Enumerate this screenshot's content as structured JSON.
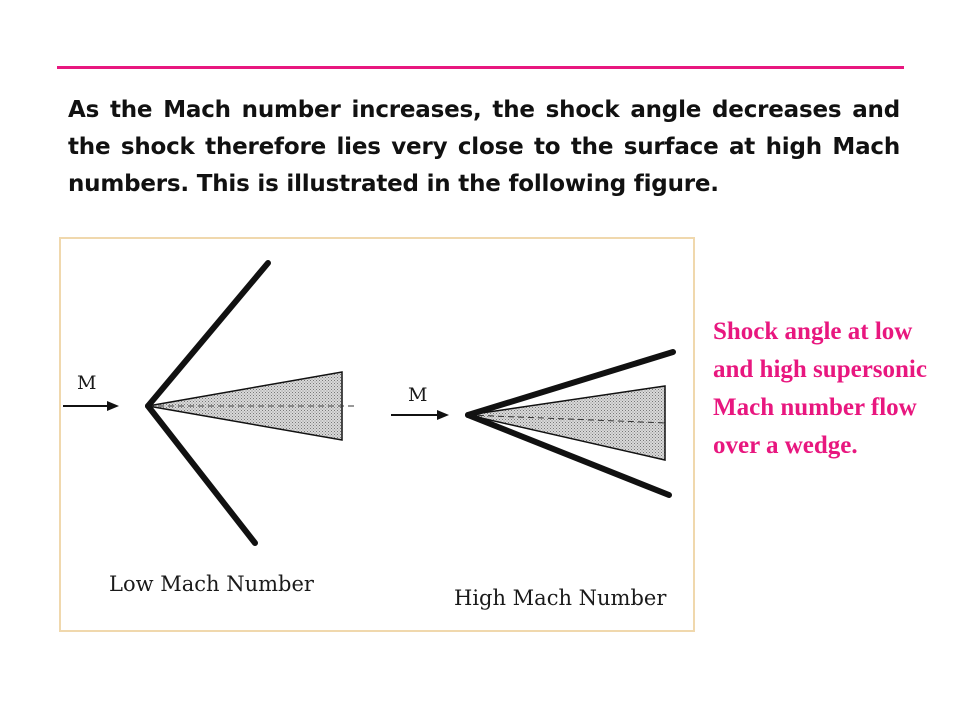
{
  "slide": {
    "accent_color": "#e8177f",
    "body_text": "As the Mach number increases, the shock angle decreases and the shock therefore lies very close to the surface at high Mach numbers. This is illustrated in the following figure.",
    "caption": "Shock angle at low and high supersonic Mach number flow over a wedge."
  },
  "figure": {
    "left_panel": {
      "label": "Low Mach Number",
      "flow_symbol": "M"
    },
    "right_panel": {
      "label": "High Mach Number",
      "flow_symbol": "M"
    }
  }
}
